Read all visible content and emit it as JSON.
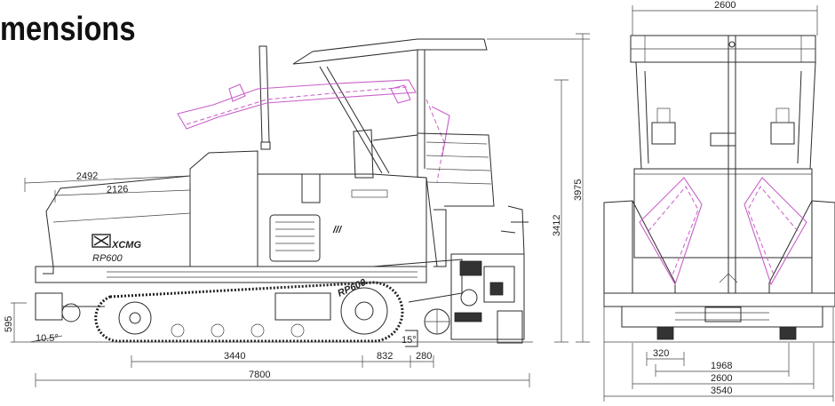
{
  "title": "mensions",
  "brand": {
    "logo": "XCMG",
    "model_plate": "RP600",
    "track_label": "RP600",
    "side_mark": "///"
  },
  "side_view": {
    "dimensions": {
      "hopper_length_open": "2492",
      "hopper_length": "2126",
      "track_length": "3440",
      "screed_offset": "832",
      "screed_depth": "280",
      "total_length": "7800",
      "ground_height": "595",
      "approach_angle": "10.5°",
      "rear_angle": "15°",
      "roof_height": "3412",
      "total_height": "3975"
    }
  },
  "front_view": {
    "dimensions": {
      "top_width": "2600",
      "track_gauge": "320",
      "screed_width": "1968",
      "base_width": "2600",
      "max_width": "3540"
    }
  }
}
